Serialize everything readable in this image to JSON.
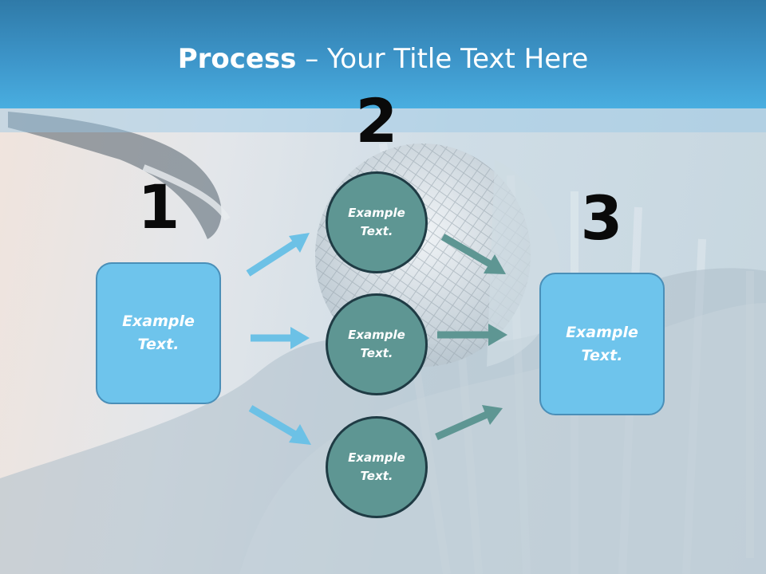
{
  "slide": {
    "title_bold": "Process",
    "title_rest": " – Your Title Text Here"
  },
  "steps": [
    {
      "number": "1",
      "label": "Example\nText."
    },
    {
      "number": "2",
      "circles": [
        {
          "label": "Example\nText."
        },
        {
          "label": "Example\nText."
        },
        {
          "label": "Example\nText."
        }
      ]
    },
    {
      "number": "3",
      "label": "Example\nText."
    }
  ],
  "colors": {
    "header": "#3d95c9",
    "box_fill": "#6ec4ec",
    "circle_fill": "#5e9693",
    "arrow_left": "#6cc1e6",
    "arrow_right": "#5e9693"
  }
}
